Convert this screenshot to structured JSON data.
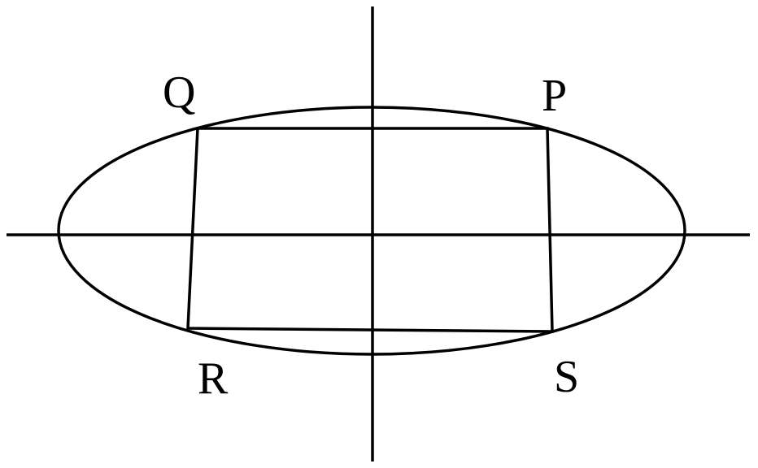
{
  "labels": {
    "P": "P",
    "Q": "Q",
    "R": "R",
    "S": "S"
  },
  "colors": {
    "stroke": "#000000",
    "background": "#ffffff"
  }
}
